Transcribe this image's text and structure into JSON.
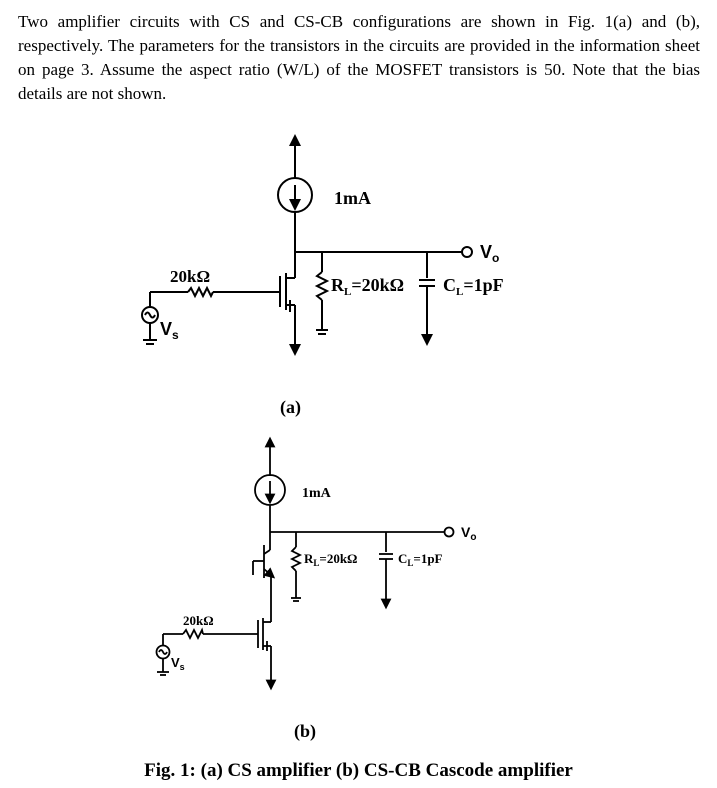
{
  "problem_text": "Two amplifier circuits with CS and CS-CB configurations are shown in Fig. 1(a) and (b), respectively. The parameters for the transistors in the circuits are provided in the information sheet on page 3. Assume the aspect ratio (W/L) of the MOSFET transistors is 50. Note that the bias details are not shown.",
  "circuit_a": {
    "current_source": "1mA",
    "input_resistor": "20kΩ",
    "source_label": "V",
    "source_sub": "s",
    "output_label": "V",
    "output_sub": "o",
    "load_resistor": "R",
    "load_resistor_sub": "L",
    "load_resistor_value": "=20kΩ",
    "load_cap": "C",
    "load_cap_sub": "L",
    "load_cap_value": "=1pF",
    "tag": "(a)"
  },
  "circuit_b": {
    "current_source": "1mA",
    "input_resistor": "20kΩ",
    "source_label": "V",
    "source_sub": "s",
    "output_label": "V",
    "output_sub": "o",
    "load_resistor": "R",
    "load_resistor_sub": "L",
    "load_resistor_value": "=20kΩ",
    "load_cap": "C",
    "load_cap_sub": "L",
    "load_cap_value": "=1pF",
    "tag": "(b)"
  },
  "caption": "Fig. 1: (a) CS amplifier (b) CS-CB Cascode amplifier"
}
